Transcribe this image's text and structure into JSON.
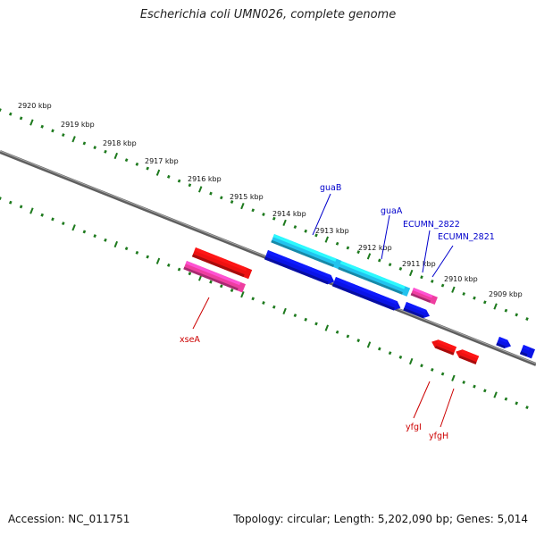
{
  "title": "Escherichia coli UMN026, complete genome",
  "footer": {
    "accession": "Accession: NC_011751",
    "summary": "Topology: circular; Length: 5,202,090 bp; Genes: 5,014"
  },
  "colors": {
    "backbone": "#777777",
    "tick": "#1e7a1e",
    "label_blue": "#0000cc",
    "label_red": "#cc0000",
    "gene_blue": "#0a14e6",
    "gene_cyan": "#22c3ee",
    "gene_pink": "#ee3ea0",
    "gene_red": "#ee1111"
  },
  "kbp_labels": [
    "2920 kbp",
    "2919 kbp",
    "2918 kbp",
    "2917 kbp",
    "2916 kbp",
    "2915 kbp",
    "2914 kbp",
    "2913 kbp",
    "2912 kbp",
    "2911 kbp",
    "2910 kbp",
    "2909 kbp"
  ],
  "genes": [
    {
      "name": "guaB",
      "label": "guaB",
      "kind": "cyan"
    },
    {
      "name": "guaA",
      "label": "guaA",
      "kind": "cyan"
    },
    {
      "name": "ECUMN_2822",
      "label": "ECUMN_2822",
      "kind": "pink"
    },
    {
      "name": "ECUMN_2821",
      "label": "ECUMN_2821",
      "kind": "blue"
    },
    {
      "name": "xseA",
      "label": "xseA",
      "kind": "pink"
    },
    {
      "name": "yfgI",
      "label": "yfgI",
      "kind": "red"
    },
    {
      "name": "yfgH",
      "label": "yfgH",
      "kind": "red"
    }
  ]
}
